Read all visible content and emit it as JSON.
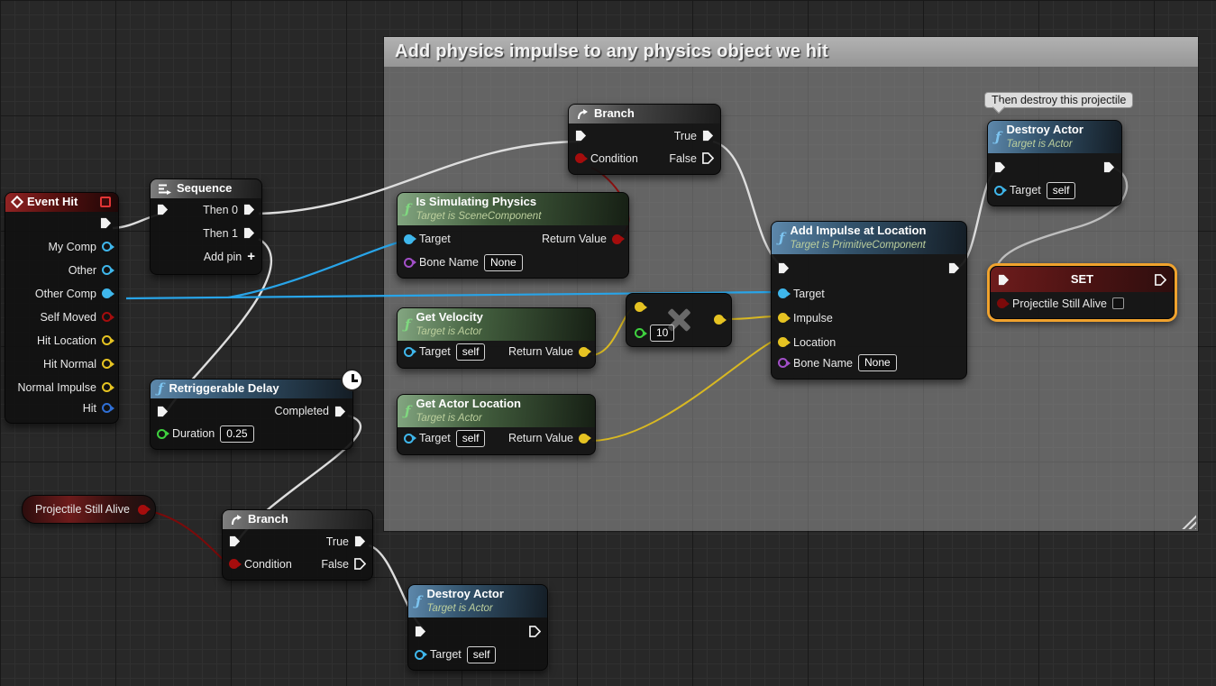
{
  "comment": {
    "title": "Add physics impulse to any physics object we hit"
  },
  "bubble": {
    "text": "Then destroy this projectile"
  },
  "nodes": {
    "event_hit": {
      "title": "Event Hit",
      "pins": [
        "My Comp",
        "Other",
        "Other Comp",
        "Self Moved",
        "Hit Location",
        "Hit Normal",
        "Normal Impulse",
        "Hit"
      ]
    },
    "sequence": {
      "title": "Sequence",
      "then0": "Then 0",
      "then1": "Then 1",
      "add_pin": "Add pin"
    },
    "branch": {
      "title": "Branch",
      "true_label": "True",
      "false_label": "False",
      "condition": "Condition"
    },
    "is_simulating_physics": {
      "title": "Is Simulating Physics",
      "subtitle": "Target is SceneComponent",
      "target": "Target",
      "return": "Return Value",
      "bone": "Bone Name",
      "bone_value": "None"
    },
    "get_velocity": {
      "title": "Get Velocity",
      "subtitle": "Target is Actor",
      "target": "Target",
      "target_value": "self",
      "return": "Return Value"
    },
    "get_actor_location": {
      "title": "Get Actor Location",
      "subtitle": "Target is Actor",
      "target": "Target",
      "target_value": "self",
      "return": "Return Value"
    },
    "multiply": {
      "value": "10"
    },
    "retriggerable_delay": {
      "title": "Retriggerable Delay",
      "completed": "Completed",
      "duration": "Duration",
      "duration_value": "0.25"
    },
    "add_impulse": {
      "title": "Add Impulse at Location",
      "subtitle": "Target is PrimitiveComponent",
      "target": "Target",
      "impulse": "Impulse",
      "location": "Location",
      "bone": "Bone Name",
      "bone_value": "None"
    },
    "destroy_actor": {
      "title": "Destroy Actor",
      "subtitle": "Target is Actor",
      "target": "Target",
      "target_value": "self"
    },
    "set_node": {
      "title": "SET",
      "pin": "Projectile Still Alive"
    },
    "projectile_var": {
      "label": "Projectile Still Alive"
    }
  },
  "colors": {
    "selection": "#f0a22d",
    "exec_wire": "#dedede",
    "component_pin": "#3fb7ec",
    "struct_pin": "#2f6fd6",
    "bool_pin": "#a50d0d",
    "vector_pin": "#e6c322",
    "float_pin": "#3fd13f",
    "name_pin": "#a24fc8"
  }
}
